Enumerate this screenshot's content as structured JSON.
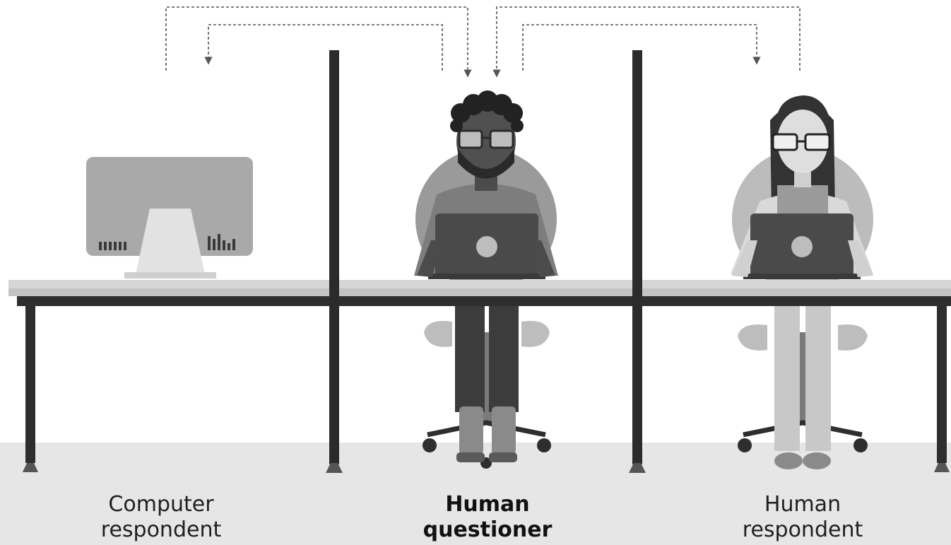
{
  "labels": {
    "computer_respondent": {
      "line1": "Computer",
      "line2": "respondent"
    },
    "human_questioner": {
      "line1": "Human",
      "line2": "questioner"
    },
    "human_respondent": {
      "line1": "Human",
      "line2": "respondent"
    }
  },
  "colors": {
    "background": "#ffffff",
    "floor": "#e6e6e6",
    "divider": "#2b2b2b",
    "desk_top": "#cfcfcf",
    "monitor": "#a8a8a8",
    "laptop": "#4a4a4a",
    "arrow": "#555555"
  },
  "icons": [
    "computer-monitor-icon",
    "person-questioner-icon",
    "person-respondent-icon",
    "laptop-icon",
    "office-chair-icon",
    "dashed-arrow-icon"
  ]
}
